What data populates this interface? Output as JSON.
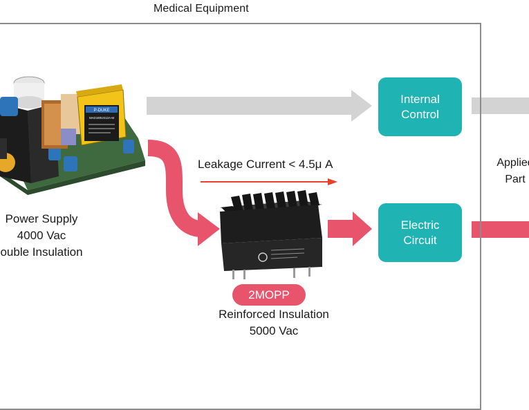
{
  "frame": {
    "title": "Medical Equipment"
  },
  "boxes": {
    "internal_control": {
      "line1": "Internal",
      "line2": "Control"
    },
    "electric_circuit": {
      "line1": "Electric",
      "line2": "Circuit"
    }
  },
  "applied_part": {
    "line1": "Applied",
    "line2": "Part"
  },
  "power_supply": {
    "line1": "Power Supply",
    "line2": "4000 Vac",
    "line3": "ouble Insulation",
    "label_brand": "P-DUKE",
    "label_model": "MAD180US12A-M"
  },
  "leakage": {
    "label": "Leakage Current < 4.5μ A"
  },
  "converter": {
    "badge": "2MOPP",
    "line1": "Reinforced Insulation",
    "line2": "5000 Vac"
  },
  "colors": {
    "teal": "#1fb3b3",
    "pink": "#e8546b",
    "gray_arrow": "#d3d3d3",
    "frame": "#8c8c8c",
    "leak_arrow": "#e8402a"
  }
}
